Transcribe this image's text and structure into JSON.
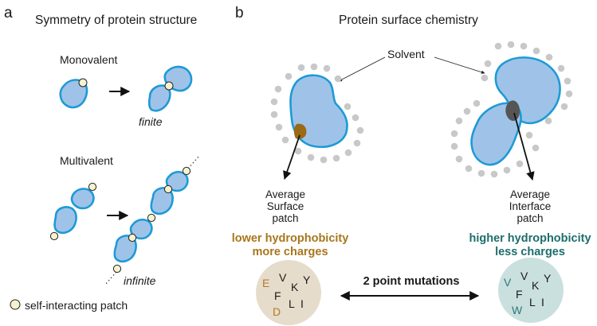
{
  "panel_a": {
    "letter": "a",
    "title": "Symmetry of protein structure",
    "monovalent_label": "Monovalent",
    "finite_label": "finite",
    "multivalent_label": "Multivalent",
    "infinite_label": "infinite",
    "legend_label": "self-interacting patch"
  },
  "panel_b": {
    "letter": "b",
    "title": "Protein surface chemistry",
    "solvent_label": "Solvent",
    "surface": {
      "line1": "Average",
      "line2": "Surface",
      "line3": "patch",
      "desc1": "lower hydrophobicity",
      "desc2": "more charges",
      "residues": [
        "E",
        "V",
        "Y",
        "K",
        "F",
        "L",
        "I",
        "D"
      ]
    },
    "interface": {
      "line1": "Average",
      "line2": "Interface",
      "line3": "patch",
      "desc1": "higher hydrophobicity",
      "desc2": "less charges",
      "residues": [
        "V",
        "V",
        "Y",
        "K",
        "F",
        "L",
        "I",
        "W"
      ]
    },
    "mutation_label": "2 point mutations"
  },
  "colors": {
    "protein_fill": "#9fc3e8",
    "protein_stroke": "#1e9ad6",
    "patch_fill": "#f6f2cf",
    "surface_patch": "#9a6a14",
    "interface_patch": "#555555",
    "solvent": "#c8c8c8",
    "gold_text": "#a8761b",
    "teal_text": "#1d6e6a",
    "surface_circle": "#e6dccb",
    "interface_circle": "#c9e0df",
    "surface_charged": "#b67a2a",
    "interface_special": "#2a7a74"
  }
}
